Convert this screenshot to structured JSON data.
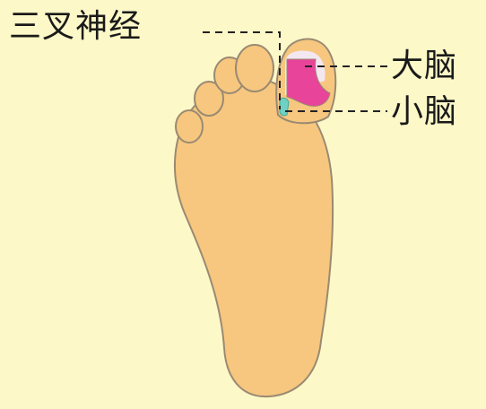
{
  "labels": {
    "trigeminal_nerve": "三叉神经",
    "cerebrum": "大脑",
    "cerebellum": "小脑"
  },
  "colors": {
    "background": "#fdf8c8",
    "foot_fill": "#f7c77f",
    "foot_outline": "#9a8a72",
    "cerebrum_zone": "#e8449a",
    "toe_nail_area": "#f3e8f0",
    "cerebellum_zone": "#6fd0c4",
    "leader_line": "#222222"
  },
  "icons": {
    "foot": "foot-sole-icon"
  }
}
